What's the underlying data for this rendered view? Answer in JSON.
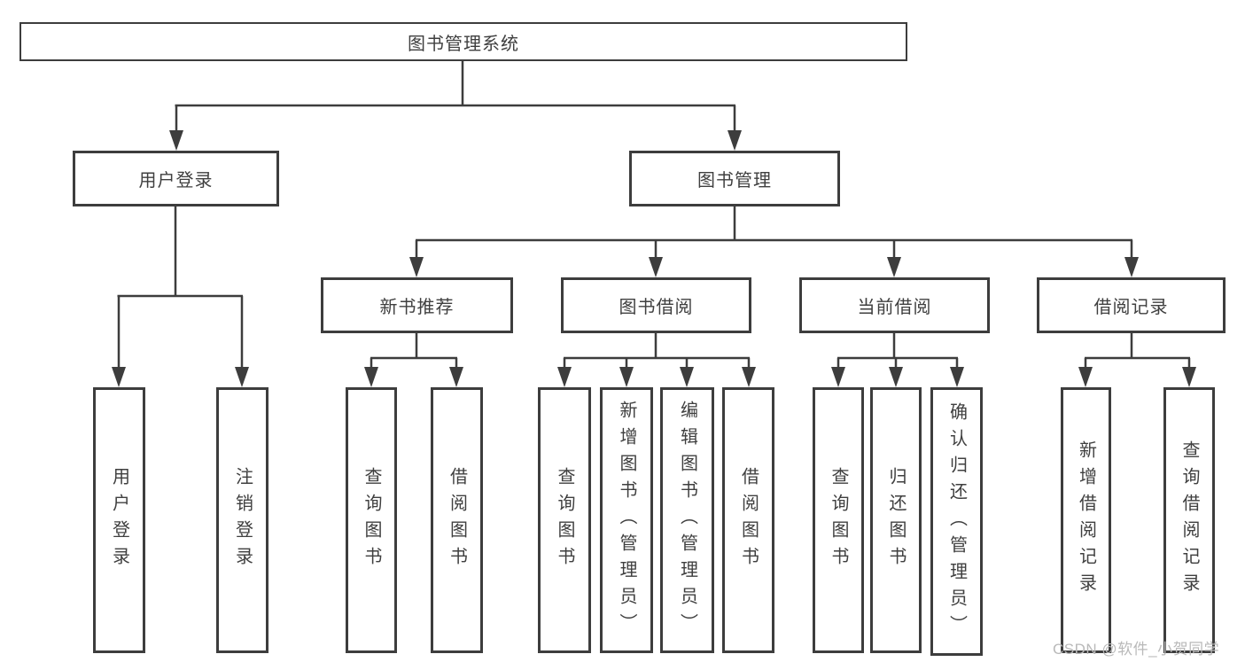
{
  "colors": {
    "line": "#3d3d3d",
    "box_border": "#3d3d3d",
    "text": "#3f3f3f",
    "background": "#ffffff",
    "watermark": "#b9b9b9"
  },
  "watermark": {
    "text": "CSDN @软件_小贺同学"
  },
  "tree": {
    "root": {
      "label": "图书管理系统",
      "children": [
        {
          "label": "用户登录",
          "children": [
            {
              "label": "用户登录"
            },
            {
              "label": "注销登录"
            }
          ]
        },
        {
          "label": "图书管理",
          "children": [
            {
              "label": "新书推荐",
              "children": [
                {
                  "label": "查询图书"
                },
                {
                  "label": "借阅图书"
                }
              ]
            },
            {
              "label": "图书借阅",
              "children": [
                {
                  "label": "查询图书"
                },
                {
                  "label": "新增图书（管理员）"
                },
                {
                  "label": "编辑图书（管理员）"
                },
                {
                  "label": "借阅图书"
                }
              ]
            },
            {
              "label": "当前借阅",
              "children": [
                {
                  "label": "查询图书"
                },
                {
                  "label": "归还图书"
                },
                {
                  "label": "确认归还（管理员）"
                }
              ]
            },
            {
              "label": "借阅记录",
              "children": [
                {
                  "label": "新增借阅记录"
                },
                {
                  "label": "查询借阅记录"
                }
              ]
            }
          ]
        }
      ]
    }
  }
}
